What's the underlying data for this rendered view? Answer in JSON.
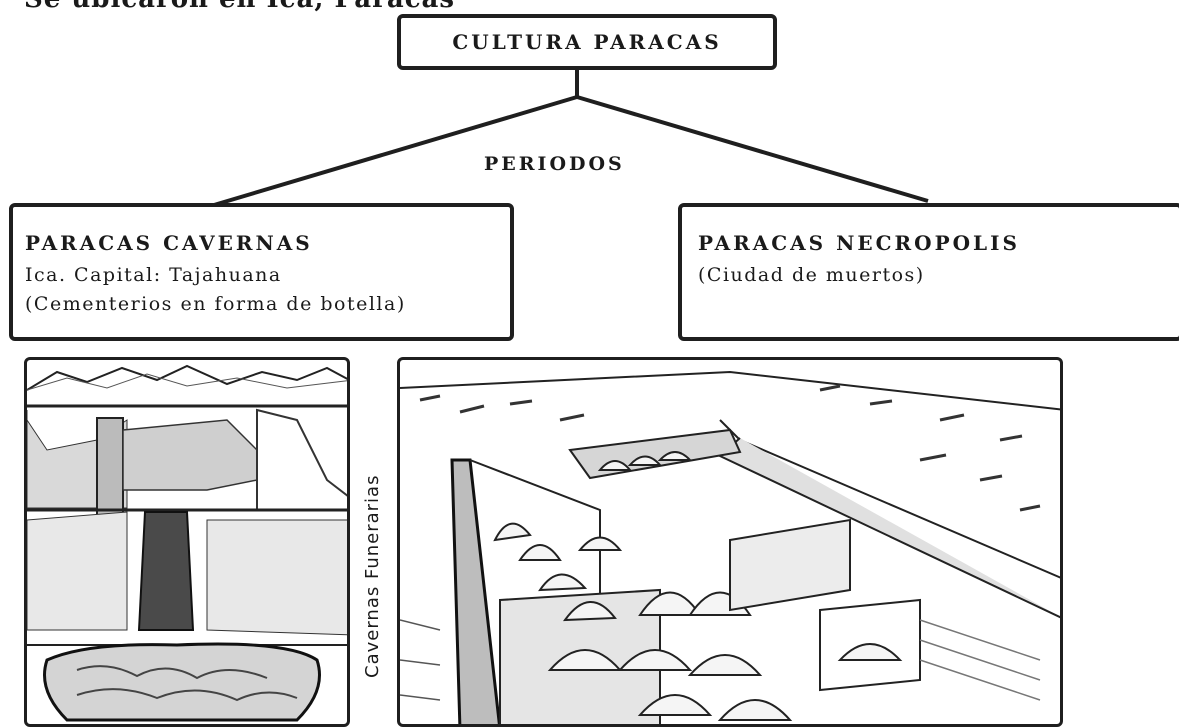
{
  "top_cut_text": "Se ubicaron en Ica, Paracas",
  "root": {
    "label": "CULTURA PARACAS"
  },
  "connector_label": "PERIODOS",
  "periods": [
    {
      "title": "PARACAS CAVERNAS",
      "lines": [
        "Ica. Capital:  Tajahuana",
        "(Cementerios en forma de botella)"
      ]
    },
    {
      "title": "PARACAS NECROPOLIS",
      "lines": [
        "(Ciudad de muertos)"
      ]
    }
  ],
  "side_label": "Cavernas Funerarias",
  "colors": {
    "ink": "#1f1f1f",
    "paper": "#ffffff"
  }
}
